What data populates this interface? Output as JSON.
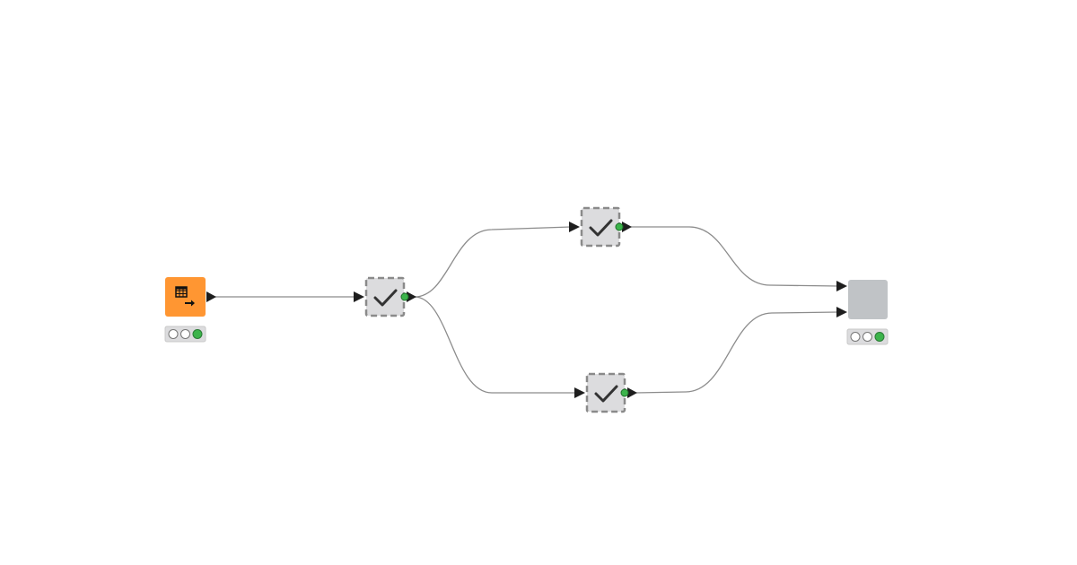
{
  "colors": {
    "source_node": "#ff9632",
    "component_node": "#dcdcde",
    "component_border": "#8a8a8a",
    "sink_node": "#c0c3c6",
    "connection": "#8c8c8c",
    "port": "#1e1e1e",
    "status_green": "#3cb44b"
  },
  "nodes": [
    {
      "id": "table-creator",
      "icon": "table-arrow-icon",
      "status": "executed",
      "traffic_light": [
        "off",
        "off",
        "green"
      ]
    },
    {
      "id": "component-1",
      "icon": "checkmark-icon",
      "status": "executed"
    },
    {
      "id": "component-2",
      "icon": "checkmark-icon",
      "status": "executed"
    },
    {
      "id": "component-3",
      "icon": "checkmark-icon",
      "status": "executed"
    },
    {
      "id": "sink-node",
      "icon": "",
      "status": "executed",
      "traffic_light": [
        "off",
        "off",
        "green"
      ]
    }
  ]
}
